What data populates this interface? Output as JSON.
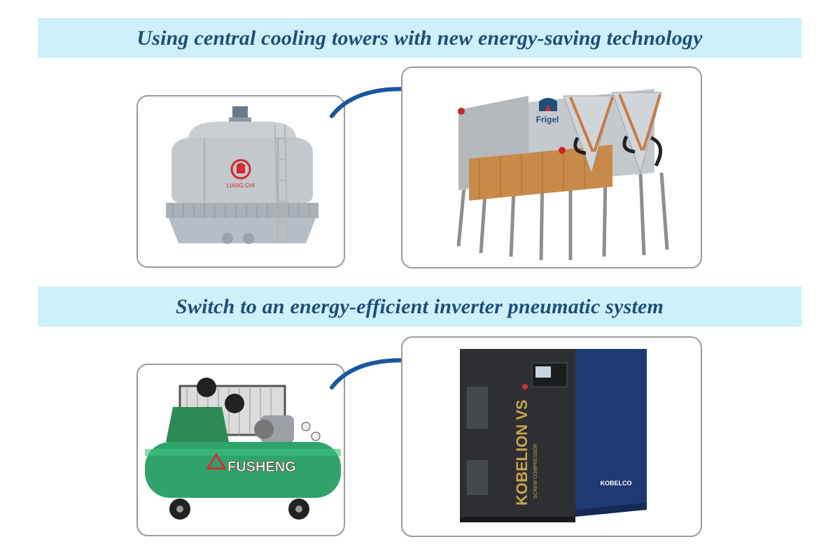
{
  "sections": [
    {
      "title": "Using central cooling towers with new energy-saving technology",
      "before": {
        "brand": "LIANG CHI",
        "icon": "round-cooling-tower-image"
      },
      "after": {
        "brand": "Frigel",
        "icon": "adiabatic-dry-cooler-image"
      }
    },
    {
      "title": "Switch to an energy-efficient inverter pneumatic system",
      "before": {
        "brand": "FUSHENG",
        "icon": "piston-air-compressor-image"
      },
      "after": {
        "brand": "KOBELION VS",
        "tagline": "SCREW COMPRESSOR",
        "maker": "KOBELCO",
        "icon": "inverter-screw-compressor-image"
      }
    }
  ],
  "colors": {
    "banner_bg": "#cdf0fa",
    "banner_text": "#1f4e79",
    "arrow": "#1a56a0",
    "card_border": "#9a9a9a"
  }
}
